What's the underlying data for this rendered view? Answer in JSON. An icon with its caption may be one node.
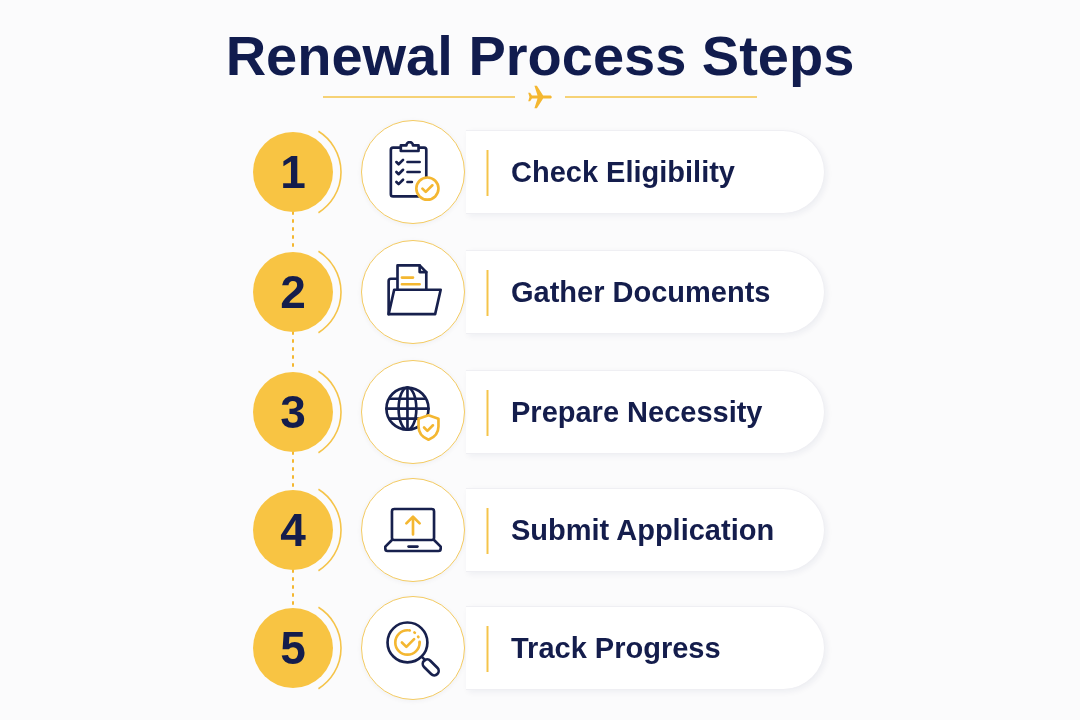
{
  "diagram": {
    "title": "Renewal Process Steps",
    "nodes": [
      {
        "text": [
          "1"
        ]
      },
      {
        "text": [],
        "shape": "picture"
      },
      {
        "text": [
          "Check Eligibility"
        ]
      },
      {
        "text": [
          "2"
        ]
      },
      {
        "text": [],
        "shape": "picture"
      },
      {
        "text": [
          "Gather Documents"
        ]
      },
      {
        "text": [
          "3"
        ]
      },
      {
        "text": [],
        "shape": "picture"
      },
      {
        "text": [
          "Prepare Necessity"
        ]
      },
      {
        "text": [
          "4"
        ]
      },
      {
        "text": [],
        "shape": "picture"
      },
      {
        "text": [
          "Submit Application"
        ]
      },
      {
        "text": [
          "5"
        ]
      },
      {
        "text": [],
        "shape": "picture"
      },
      {
        "text": [
          "Track Progress"
        ]
      }
    ],
    "edges": [
      {
        "from": 0,
        "to": 3,
        "arrow": "none",
        "style": "dashed"
      },
      {
        "from": 3,
        "to": 6,
        "arrow": "none",
        "style": "dashed"
      },
      {
        "from": 6,
        "to": 9,
        "arrow": "none",
        "style": "dashed"
      },
      {
        "from": 9,
        "to": 12,
        "arrow": "none",
        "style": "dashed"
      }
    ]
  }
}
